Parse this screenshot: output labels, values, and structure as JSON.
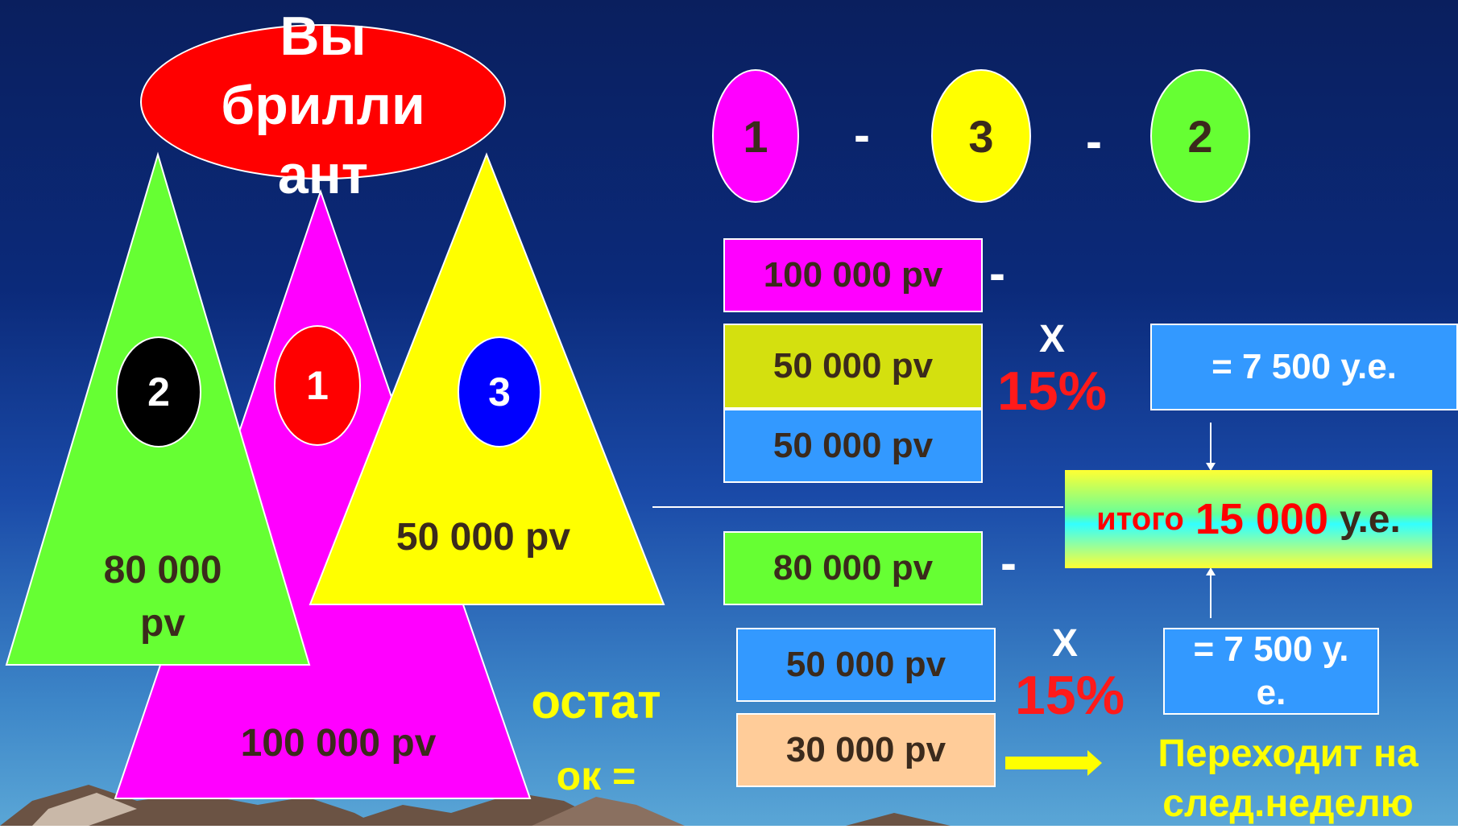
{
  "title_oval": {
    "line1": "Вы",
    "line2": "брилли",
    "line3": "ант"
  },
  "triangles": {
    "green": {
      "number": "2",
      "pv_line1": "80 000",
      "pv_line2": "pv"
    },
    "magenta": {
      "number": "1",
      "pv": "100 000 pv"
    },
    "yellow": {
      "number": "3",
      "pv": "50 000 pv"
    }
  },
  "remainder": {
    "line1": "остат",
    "line2": "ок ="
  },
  "sequence": {
    "first": "1",
    "sep1": "-",
    "second": "3",
    "sep2": "-",
    "third": "2"
  },
  "top_group": {
    "magenta_box": "100 000 pv",
    "olive_box": "50 000 pv",
    "blue_box": "50 000 pv",
    "minus": "-",
    "x": "X",
    "percent": "15%",
    "result": "= 7 500 у.е."
  },
  "total": {
    "prefix": "итого",
    "amount": "15 000",
    "suffix": "у.е."
  },
  "bottom_group": {
    "green_box": "80 000 pv",
    "blue_box": "50 000 pv",
    "peach_box": "30 000 pv",
    "minus": "-",
    "x": "X",
    "percent": "15%",
    "result_line1": "= 7 500 у.",
    "result_line2": "е."
  },
  "carry_over": {
    "line1": "Переходит на",
    "line2": "след.неделю"
  },
  "colors": {
    "magenta": "#ff00ff",
    "yellow": "#ffff00",
    "green": "#66ff33",
    "blue_box": "#3399ff",
    "olive": "#d4e00f",
    "peach": "#ffcc99",
    "red": "#ff0000"
  }
}
